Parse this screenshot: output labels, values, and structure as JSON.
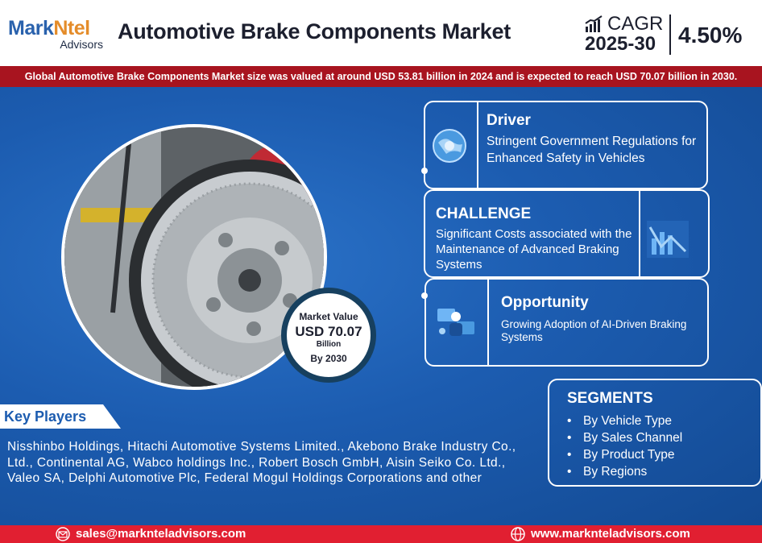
{
  "logo": {
    "main_a": "Mark",
    "main_b": "Ntel",
    "sub": "Advisors"
  },
  "title": "Automotive Brake Components Market",
  "cagr": {
    "label": "CAGR",
    "years": "2025-30",
    "value": "4.50%"
  },
  "banner": "Global Automotive Brake Components Market size was valued at around USD 53.81 billion in 2024 and is expected to reach USD 70.07 billion in 2030.",
  "market_value": {
    "label": "Market Value",
    "value": "USD 70.07",
    "unit": "Billion",
    "by": "By 2030"
  },
  "driver": {
    "title": "Driver",
    "text": "Stringent Government Regulations for Enhanced Safety in Vehicles"
  },
  "challenge": {
    "title": "CHALLENGE",
    "text": "Significant Costs associated with the Maintenance of Advanced Braking Systems"
  },
  "opportunity": {
    "title": "Opportunity",
    "text": "Growing Adoption of AI-Driven Braking Systems"
  },
  "segments": {
    "title": "SEGMENTS",
    "items": [
      "By Vehicle Type",
      "By Sales Channel",
      "By Product Type",
      "By Regions"
    ]
  },
  "key_players": {
    "title": "Key Players",
    "text": "Nisshinbo Holdings, Hitachi Automotive Systems Limited., Akebono Brake Industry Co., Ltd., Continental AG, Wabco holdings Inc., Robert Bosch GmbH, Aisin Seiko Co. Ltd., Valeo SA, Delphi Automotive Plc, Federal Mogul Holdings Corporations and other"
  },
  "footer": {
    "email": "sales@markntel​advisors.com",
    "website": "www.markntel​advisors.com"
  },
  "colors": {
    "brand_blue": "#1c5cb0",
    "banner_red": "#a8141f",
    "footer_red": "#e11f31",
    "logo_orange": "#e48c2a"
  }
}
